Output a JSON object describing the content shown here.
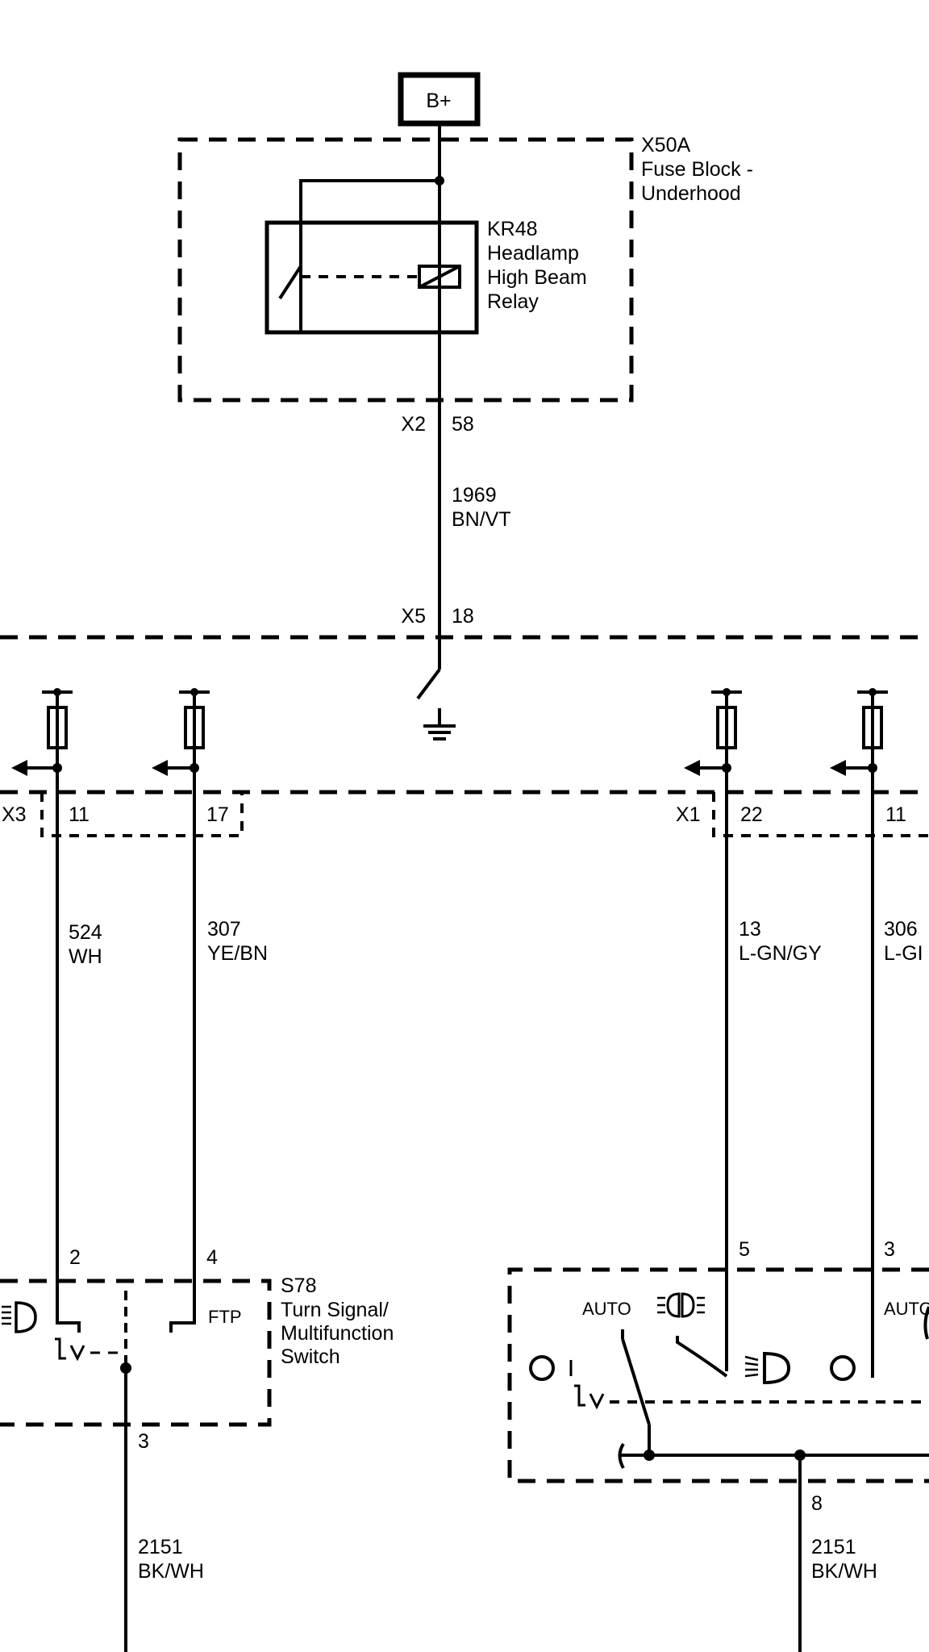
{
  "power": {
    "label": "B+"
  },
  "fuse_block": {
    "id": "X50A",
    "name_line1": "Fuse Block -",
    "name_line2": "Underhood"
  },
  "relay": {
    "id": "KR48",
    "line1": "Headlamp",
    "line2": "High Beam",
    "line3": "Relay"
  },
  "connectors": {
    "x2": "X2",
    "x2_pin": "58",
    "x5": "X5",
    "x5_pin": "18",
    "x3": "X3",
    "x3_pin_a": "11",
    "x3_pin_b": "17",
    "x1": "X1",
    "x1_pin_a": "22",
    "x1_pin_b": "11"
  },
  "wires": {
    "w1969": {
      "circuit": "1969",
      "color": "BN/VT"
    },
    "w524": {
      "circuit": "524",
      "color": "WH"
    },
    "w307": {
      "circuit": "307",
      "color": "YE/BN"
    },
    "w13": {
      "circuit": "13",
      "color": "L-GN/GY"
    },
    "w306": {
      "circuit": "306",
      "color": "L-GI"
    },
    "w2151_left": {
      "circuit": "2151",
      "color": "BK/WH"
    },
    "w2151_right": {
      "circuit": "2151",
      "color": "BK/WH"
    }
  },
  "s78": {
    "id": "S78",
    "line1": "Turn Signal/",
    "line2": "Multifunction",
    "line3": "Switch",
    "pin_2": "2",
    "pin_4": "4",
    "pin_3": "3",
    "ftp": "FTP"
  },
  "right_switch": {
    "pin_5": "5",
    "pin_3": "3",
    "pin_8": "8",
    "auto_left": "AUTO",
    "auto_right": "AUTO"
  }
}
